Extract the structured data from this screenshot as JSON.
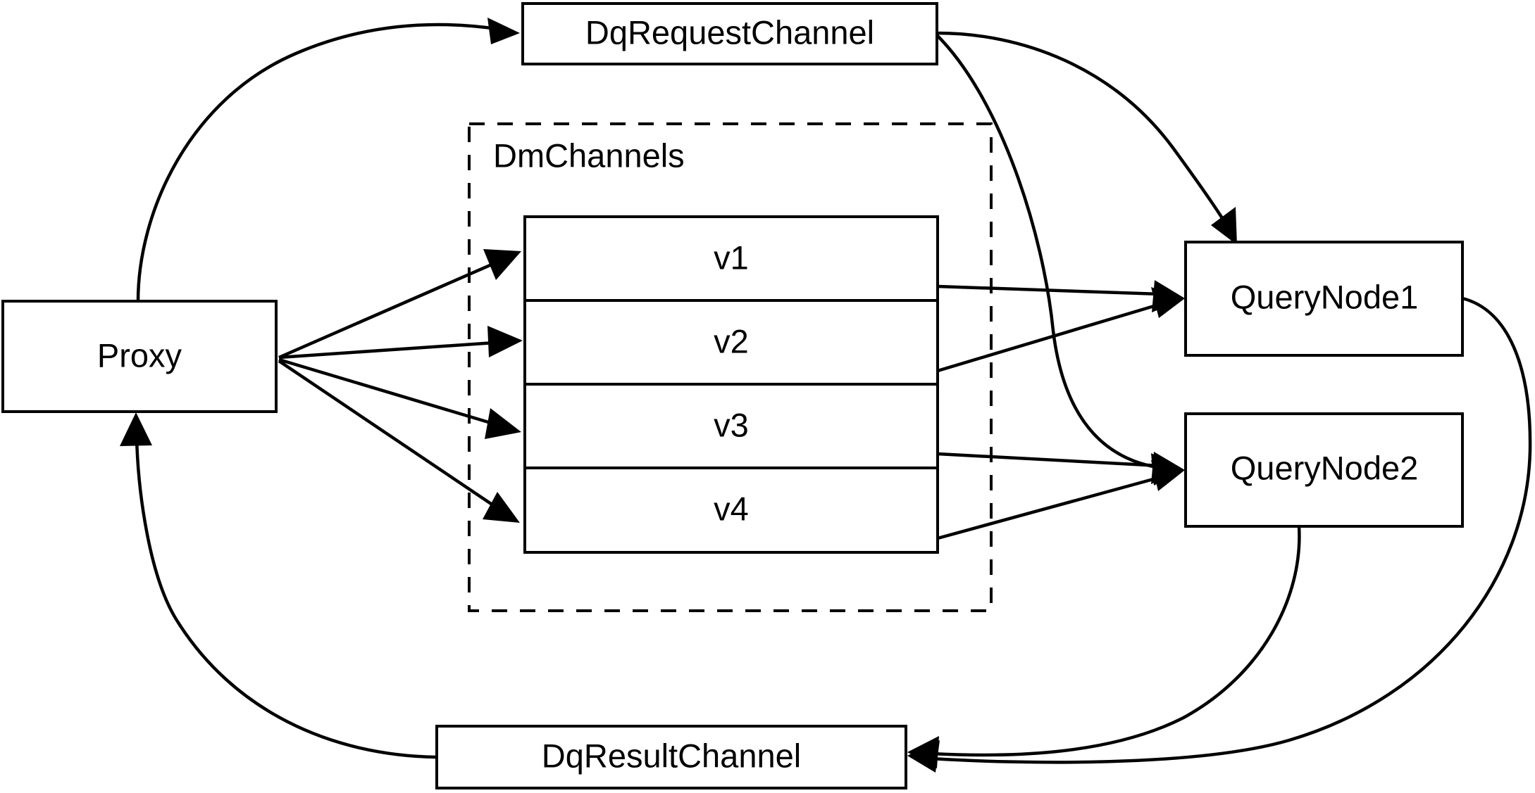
{
  "diagram": {
    "title": "DqRequestChannel / DmChannels / QueryNode data flow",
    "background_color": "#ffffff",
    "line_color": "#000000",
    "nodes": {
      "proxy": {
        "label": "Proxy"
      },
      "dq_request_channel": {
        "label": "DqRequestChannel"
      },
      "dq_result_channel": {
        "label": "DqResultChannel"
      },
      "query_node_1": {
        "label": "QueryNode1"
      },
      "query_node_2": {
        "label": "QueryNode2"
      }
    },
    "group": {
      "label": "DmChannels",
      "style": "dashed",
      "shards": [
        {
          "label": "v1"
        },
        {
          "label": "v2"
        },
        {
          "label": "v3"
        },
        {
          "label": "v4"
        }
      ]
    },
    "edges": [
      {
        "from": "Proxy",
        "to": "DqRequestChannel",
        "style": "curved",
        "arrow": "end"
      },
      {
        "from": "Proxy",
        "to": "v1",
        "style": "straight",
        "arrow": "end"
      },
      {
        "from": "Proxy",
        "to": "v2",
        "style": "straight",
        "arrow": "end"
      },
      {
        "from": "Proxy",
        "to": "v3",
        "style": "straight",
        "arrow": "end"
      },
      {
        "from": "Proxy",
        "to": "v4",
        "style": "straight",
        "arrow": "end"
      },
      {
        "from": "DqRequestChannel",
        "to": "QueryNode1",
        "style": "curved",
        "arrow": "end"
      },
      {
        "from": "DqRequestChannel",
        "to": "QueryNode2",
        "style": "curved",
        "arrow": "end"
      },
      {
        "from": "v1",
        "to": "QueryNode1",
        "style": "straight",
        "arrow": "end"
      },
      {
        "from": "v2",
        "to": "QueryNode1",
        "style": "straight",
        "arrow": "end"
      },
      {
        "from": "v3",
        "to": "QueryNode2",
        "style": "straight",
        "arrow": "end"
      },
      {
        "from": "v4",
        "to": "QueryNode2",
        "style": "straight",
        "arrow": "end"
      },
      {
        "from": "QueryNode1",
        "to": "DqResultChannel",
        "style": "curved",
        "arrow": "end"
      },
      {
        "from": "QueryNode2",
        "to": "DqResultChannel",
        "style": "curved",
        "arrow": "end"
      },
      {
        "from": "DqResultChannel",
        "to": "Proxy",
        "style": "curved",
        "arrow": "end"
      }
    ]
  }
}
